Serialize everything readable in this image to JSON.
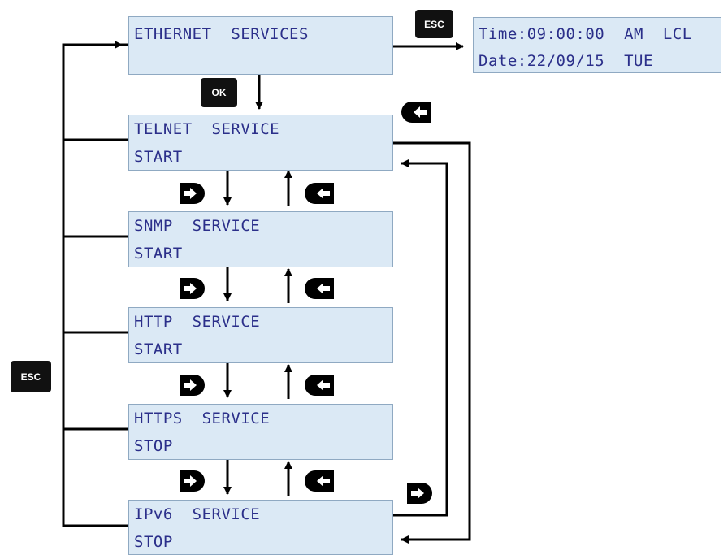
{
  "screens": {
    "ethernet_services": {
      "line1": "ETHERNET  SERVICES",
      "line2": ""
    },
    "time_date": {
      "line1": "Time:09:00:00  AM  LCL",
      "line2": "Date:22/09/15  TUE"
    },
    "telnet": {
      "line1": "TELNET  SERVICE",
      "line2": "START"
    },
    "snmp": {
      "line1": "SNMP  SERVICE",
      "line2": "START"
    },
    "http": {
      "line1": "HTTP  SERVICE",
      "line2": "START"
    },
    "https": {
      "line1": "HTTPS  SERVICE",
      "line2": "STOP"
    },
    "ipv6": {
      "line1": "IPv6  SERVICE",
      "line2": "STOP"
    }
  },
  "keys": {
    "esc": "ESC",
    "ok": "OK"
  },
  "icons": {
    "next_key": "right-arrow-key-icon",
    "back_key": "left-arrow-key-icon"
  },
  "colors": {
    "lcd_background": "#dbe9f5",
    "lcd_text": "#2b2f8a",
    "arrow": "#000000",
    "key_background": "#111111"
  }
}
